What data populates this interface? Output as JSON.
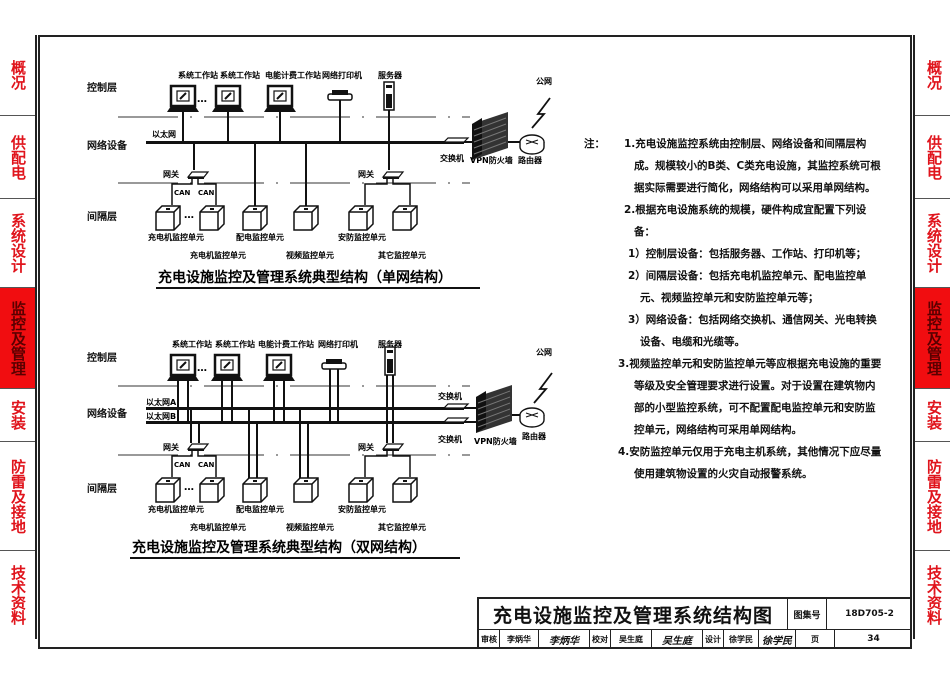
{
  "side_tabs": [
    {
      "label": "概况",
      "active": false
    },
    {
      "label": "供配电",
      "active": false
    },
    {
      "label": "系统设计",
      "active": false
    },
    {
      "label": "监控及管理",
      "active": true
    },
    {
      "label": "安装",
      "active": false
    },
    {
      "label": "防雷及接地",
      "active": false
    },
    {
      "label": "技术资料",
      "active": false
    }
  ],
  "colors": {
    "tab_text": "#e0141c",
    "tab_active_bg": "#f10d10"
  },
  "diagram1": {
    "caption": "充电设施监控及管理系统典型结构（单网结构）",
    "layers": {
      "control": "控制层",
      "network": "网络设备",
      "bay": "间隔层"
    },
    "ethernet": "以太网",
    "devices": {
      "ws1": "系统工作站",
      "ws2": "系统工作站",
      "ws3": "电能计费工作站",
      "printer": "网络打印机",
      "server": "服务器",
      "public": "公网",
      "switch": "交换机",
      "firewall": "VPN防火墙",
      "router": "路由器",
      "gateway1": "网关",
      "gateway2": "网关",
      "can1": "CAN",
      "can2": "CAN",
      "ellipsis": "…",
      "u1": "充电机监控单元",
      "u2": "充电机监控单元",
      "u3": "配电监控单元",
      "u4": "视频监控单元",
      "u5": "安防监控单元",
      "u6": "其它监控单元"
    }
  },
  "diagram2": {
    "caption": "充电设施监控及管理系统典型结构（双网结构）",
    "layers": {
      "control": "控制层",
      "network": "网络设备",
      "bay": "间隔层"
    },
    "ethernet_a": "以太网A",
    "ethernet_b": "以太网B",
    "devices": {
      "ws1": "系统工作站",
      "ws2": "系统工作站",
      "ws3": "电能计费工作站",
      "printer": "网络打印机",
      "server": "服务器",
      "public": "公网",
      "switch_a": "交换机",
      "switch_b": "交换机",
      "firewall": "VPN防火墙",
      "router": "路由器",
      "gateway1": "网关",
      "gateway2": "网关",
      "can1": "CAN",
      "can2": "CAN",
      "ellipsis": "…",
      "u1": "充电机监控单元",
      "u2": "充电机监控单元",
      "u3": "配电监控单元",
      "u4": "视频监控单元",
      "u5": "安防监控单元",
      "u6": "其它监控单元"
    }
  },
  "notes": {
    "label": "注：",
    "items": [
      "1.充电设施监控系统由控制层、网络设备和间隔层构成。规模较小的B类、C类充电设施，其监控系统可根据实际需要进行简化，网络结构可以采用单网结构。",
      "2.根据充电设施系统的规模，硬件构成宜配置下列设备：",
      "1）控制层设备：包括服务器、工作站、打印机等；",
      "2）间隔层设备：包括充电机监控单元、配电监控单元、视频监控单元和安防监控单元等；",
      "3）网络设备：包括网络交换机、通信网关、光电转换设备、电缆和光缆等。",
      "3.视频监控单元和安防监控单元等应根据充电设施的重要等级及安全管理要求进行设置。对于设置在建筑物内部的小型监控系统，可不配置配电监控单元和安防监控单元，网络结构可采用单网结构。",
      "4.安防监控单元仅用于充电主机系统，其他情况下应尽量使用建筑物设置的火灾自动报警系统。"
    ]
  },
  "title_block": {
    "title": "充电设施监控及管理系统结构图",
    "atlas_label": "图集号",
    "atlas_no": "18D705-2",
    "review_label": "审核",
    "reviewer": "李炳华",
    "reviewer_sig": "李炳华",
    "check_label": "校对",
    "checker": "吴生庭",
    "checker_sig": "吴生庭",
    "design_label": "设计",
    "designer": "徐学民",
    "designer_sig": "徐学民",
    "page_label": "页",
    "page_no": "34"
  }
}
